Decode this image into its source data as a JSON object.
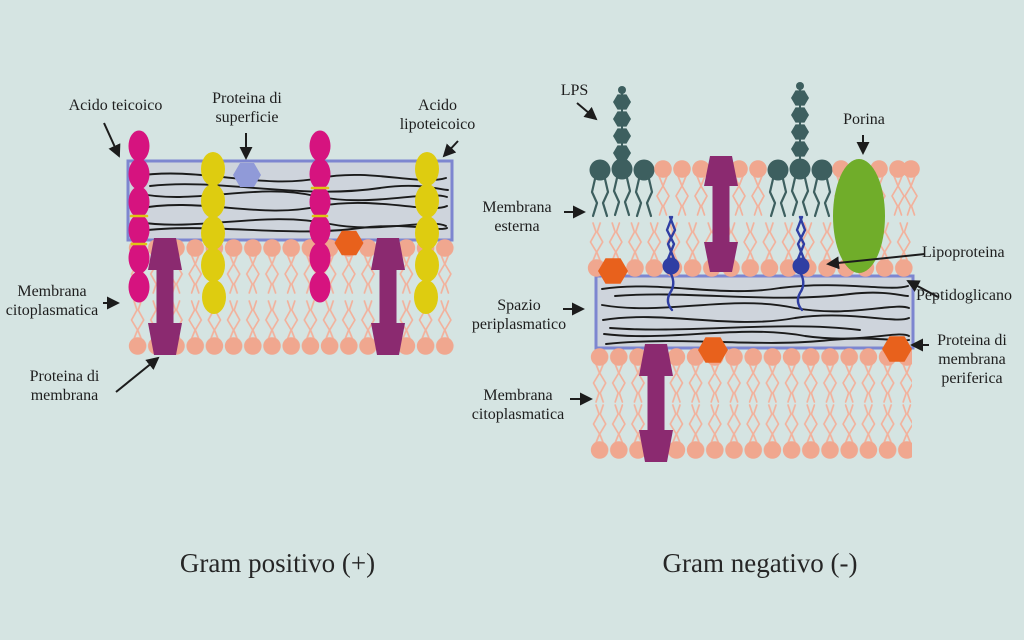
{
  "left_panel": {
    "title": "Gram positivo (+)",
    "labels": {
      "acido_teicoico": "Acido teicoico",
      "proteina_superficie": "Proteina di superficie",
      "acido_lipoteicoico": "Acido lipoteicoico",
      "membrana_citoplasmatica": "Membrana citoplasmatica",
      "proteina_membrana": "Proteina di membrana"
    }
  },
  "right_panel": {
    "title": "Gram negativo (-)",
    "labels": {
      "lps": "LPS",
      "porina": "Porina",
      "membrana_esterna": "Membrana esterna",
      "spazio_periplasmatico": "Spazio periplasmatico",
      "membrana_citoplasmatica": "Membrana citoplasmatica",
      "lipoproteina": "Lipoproteina",
      "peptidoglicano": "Peptidoglicano",
      "proteina_membrana_periferica": "Proteina di membrana periferica"
    }
  },
  "colors": {
    "background": "#d5e4e2",
    "peptidoglycan_fill": "#ced4dc",
    "peptidoglycan_border": "#7d86d0",
    "lipid_head": "#f0a78f",
    "lipid_tail": "#f2b19c",
    "teichoic_acid_magenta": "#d6137f",
    "lipoteichoic_acid_yellow": "#decc10",
    "membrane_protein_purple": "#8b2a70",
    "surface_protein_lavender": "#909ad8",
    "peripheral_protein_orange": "#e8611c",
    "porin_green": "#70ad2a",
    "lps_teal": "#3d5f5f",
    "lipoprotein_blue": "#2f3ea3",
    "strand_black": "#1b1b1b",
    "text": "#1e1e1e"
  }
}
